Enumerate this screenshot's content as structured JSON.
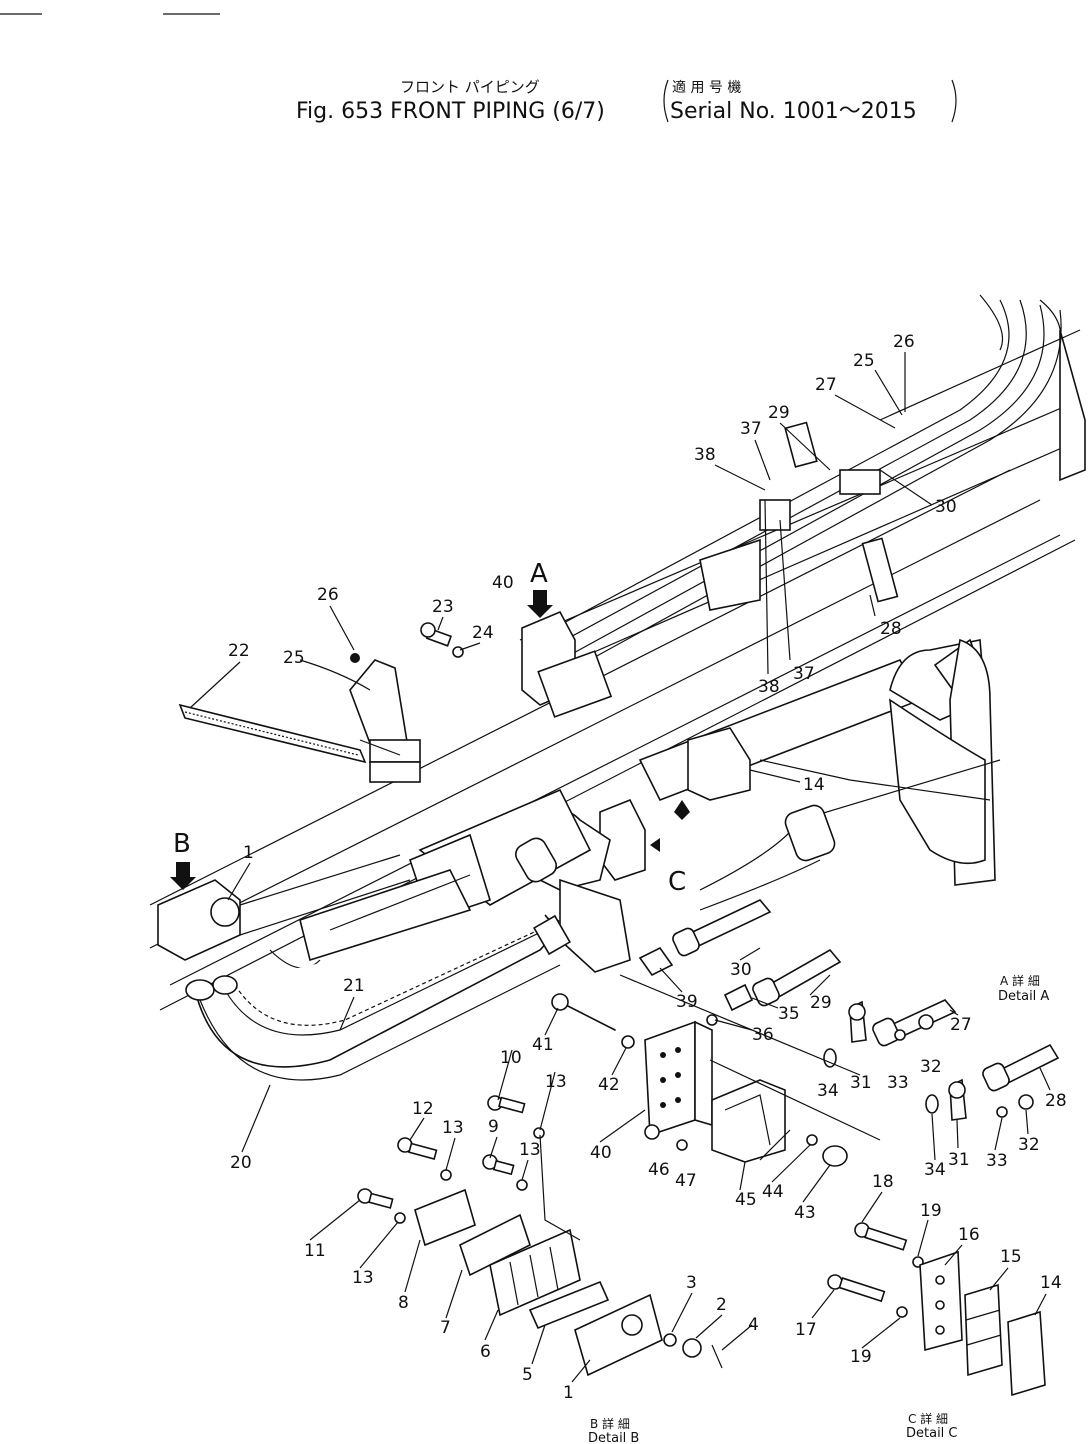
{
  "header": {
    "title_jp": "フロント パイピング",
    "title": "Fig. 653 FRONT PIPING (6/7)",
    "serial_jp": "適 用 号 機",
    "serial": "Serial No. 1001～2015"
  },
  "details": {
    "a_jp": "A 詳 細",
    "a": "Detail A",
    "b_jp": "B 詳 細",
    "b": "Detail B",
    "c_jp": "C 詳 細",
    "c": "Detail C"
  },
  "view_markers": {
    "a": "A",
    "b": "B",
    "c": "C"
  },
  "callouts": [
    "26",
    "25",
    "27",
    "29",
    "37",
    "38",
    "30",
    "40",
    "28",
    "37",
    "38",
    "23",
    "26",
    "24",
    "22",
    "25",
    "14",
    "1",
    "21",
    "20",
    "30",
    "39",
    "29",
    "35",
    "36",
    "27",
    "41",
    "42",
    "31",
    "33",
    "32",
    "34",
    "28",
    "10",
    "13",
    "12",
    "9",
    "13",
    "40",
    "46",
    "47",
    "45",
    "34",
    "31",
    "33",
    "32",
    "13",
    "11",
    "13",
    "8",
    "7",
    "6",
    "44",
    "43",
    "18",
    "19",
    "16",
    "15",
    "14",
    "3",
    "2",
    "4",
    "5",
    "1",
    "17",
    "19"
  ]
}
